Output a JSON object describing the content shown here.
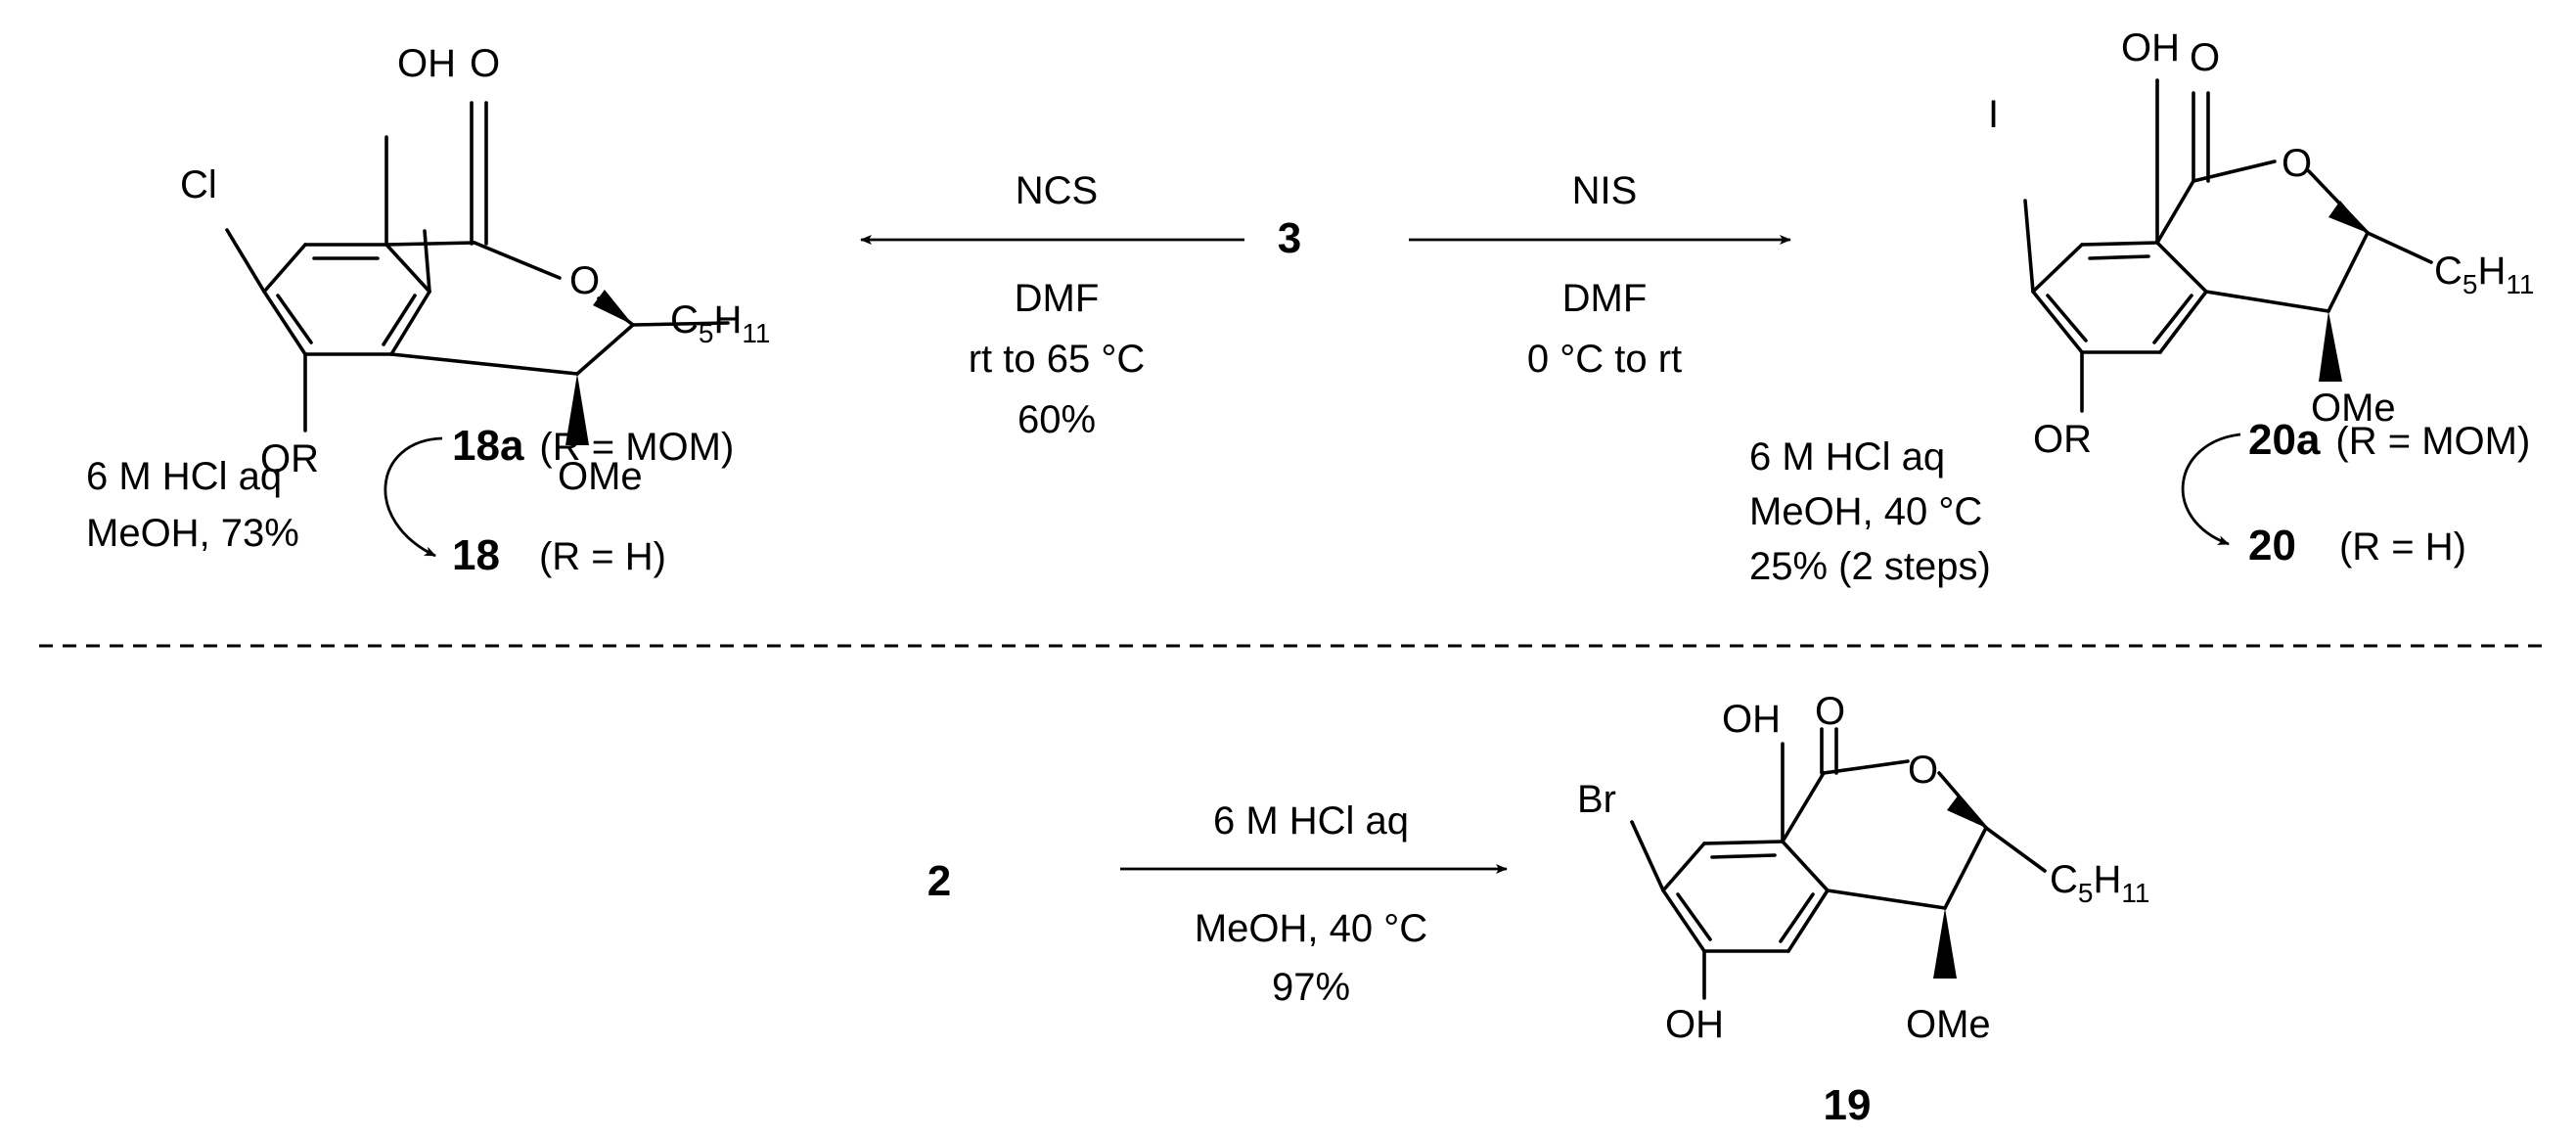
{
  "colors": {
    "ink": "#000000",
    "background": "#ffffff"
  },
  "atoms": {
    "OH": "OH",
    "O": "O",
    "OR": "OR",
    "OMe": "OMe",
    "Cl": "Cl",
    "I": "I",
    "Br": "Br",
    "C5": "C",
    "C5sub": "5",
    "H11": "H",
    "H11sub": "11"
  },
  "left_reaction": {
    "reagent": "NCS",
    "solvent": "DMF",
    "temperature": "rt to 65 °C",
    "yield": "60%"
  },
  "right_reaction": {
    "reagent": "NIS",
    "solvent": "DMF",
    "temperature": "0 °C to rt"
  },
  "center_compound": "3",
  "compound_18a": {
    "id": "18a",
    "note": "(R = MOM)"
  },
  "compound_18": {
    "id": "18",
    "note": "(R = H)"
  },
  "left_deprotection": {
    "line1": "6 M HCl aq",
    "line2": "MeOH, 73%"
  },
  "compound_20a": {
    "id": "20a",
    "note": "(R = MOM)"
  },
  "compound_20": {
    "id": "20",
    "note": "(R = H)"
  },
  "right_deprotection": {
    "line1": "6 M HCl aq",
    "line2": "MeOH, 40 °C",
    "line3": "25% (2 steps)"
  },
  "bottom_reaction": {
    "start_compound": "2",
    "reagent": "6 M HCl aq",
    "conditions": "MeOH, 40 °C",
    "yield": "97%",
    "product": "19"
  }
}
